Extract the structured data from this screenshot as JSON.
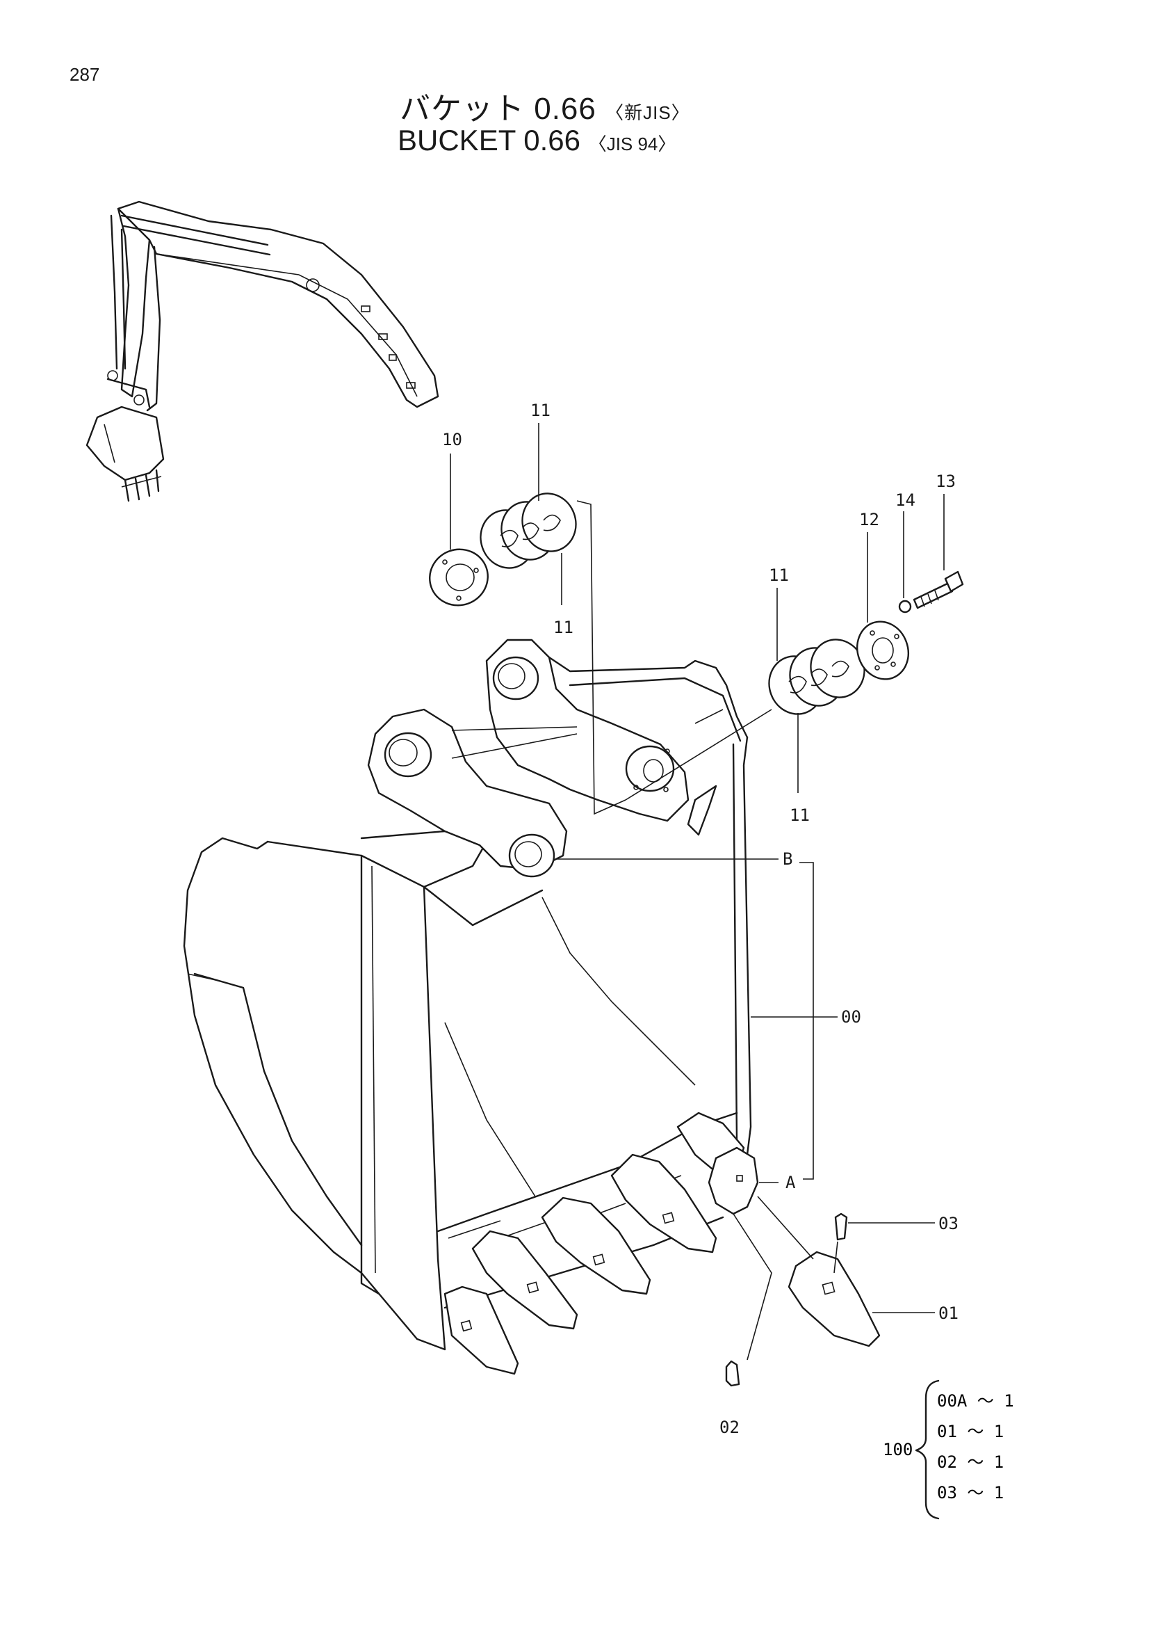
{
  "page_number": "287",
  "title": {
    "jp_main": "バケット 0.66",
    "jp_std": "〈新JIS〉",
    "en_main": "BUCKET  0.66",
    "en_std": "〈JIS 94〉"
  },
  "callouts": {
    "c10": "10",
    "c11a": "11",
    "c11b": "11",
    "c11c": "11",
    "c11d": "11",
    "c12": "12",
    "c13": "13",
    "c14": "14",
    "cB": "B",
    "cA": "A",
    "c00": "00",
    "c03": "03",
    "c01": "01",
    "c02": "02"
  },
  "kit": {
    "label": "100",
    "items": [
      "00A ～ 1",
      "01  ～ 1",
      "02  ～ 1",
      "03  ～ 1"
    ]
  }
}
